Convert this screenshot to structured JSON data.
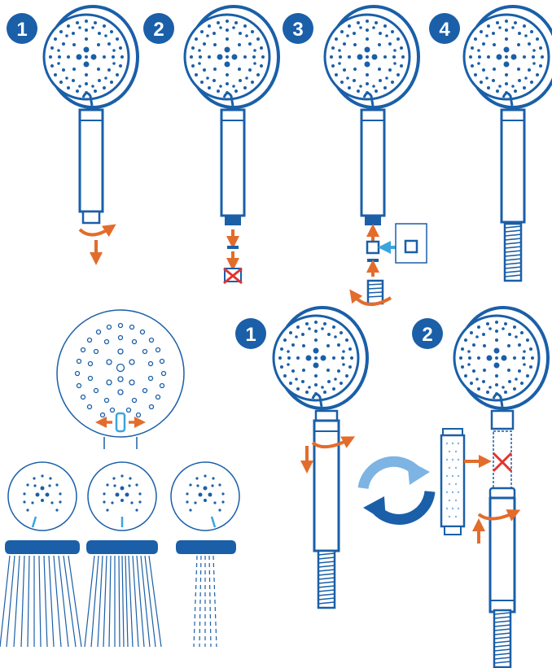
{
  "colors": {
    "blue": "#1a5fa8",
    "orange": "#e36c2b",
    "light_blue": "#3aa5dd",
    "red": "#e3342f",
    "cycle_light": "#7db4e3",
    "cycle_dark": "#1a5fa8"
  },
  "top_steps": [
    "1",
    "2",
    "3",
    "4"
  ],
  "bottom_steps": [
    "1",
    "2"
  ],
  "icons": {
    "arrow": "arrow-icon",
    "rotate": "rotate-arrow-icon",
    "cross": "cross-icon",
    "cycle": "replace-cycle-icon"
  }
}
